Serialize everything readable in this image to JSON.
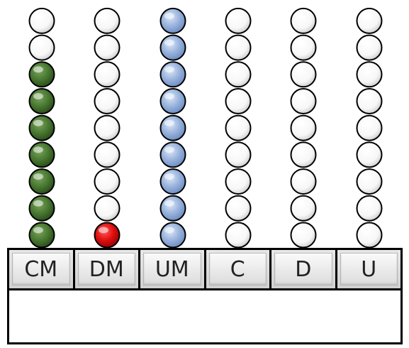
{
  "columns": [
    {
      "label": "CM",
      "colored": 7,
      "color": "green"
    },
    {
      "label": "DM",
      "colored": 1,
      "color": "red"
    },
    {
      "label": "UM",
      "colored": 9,
      "color": "blue"
    },
    {
      "label": "C",
      "colored": 0,
      "color": "white"
    },
    {
      "label": "D",
      "colored": 0,
      "color": "white"
    },
    {
      "label": "U",
      "colored": 0,
      "color": "white"
    }
  ],
  "beads_per_column": 9,
  "colors": {
    "green": "#3f6b2a",
    "red": "#e01010",
    "blue": "#90acd8",
    "white": "#ffffff",
    "outline": "#000000"
  },
  "answer": ""
}
